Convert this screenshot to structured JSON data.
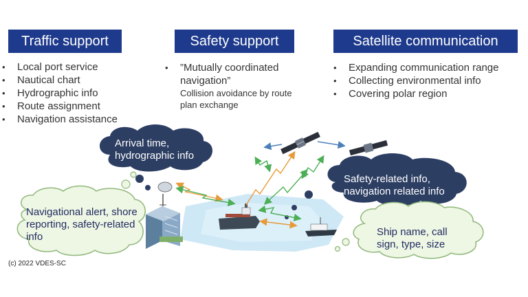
{
  "traffic": {
    "title": "Traffic support",
    "items": [
      "Local port service",
      "Nautical chart",
      "Hydrographic info",
      "Route assignment",
      "Navigation assistance"
    ]
  },
  "safety": {
    "title": "Safety support",
    "item": "”Mutually coordinated navigation”",
    "note": "Collision avoidance by route plan exchange"
  },
  "satellite": {
    "title": "Satellite communication",
    "items": [
      "Expanding communication range",
      "Collecting environmental info",
      "Covering polar region"
    ]
  },
  "clouds": {
    "arrival": "Arrival time, hydrographic info",
    "safety_related": "Safety-related info, navigation related info",
    "shore": "Navigational alert, shore reporting, safety-related info",
    "ship": "Ship name, call sign, type, size"
  },
  "copyright": "(c) 2022 VDES-SC",
  "colors": {
    "title_bg": "#1e3a8c",
    "dark_cloud": "#2d3e63",
    "light_cloud_fill": "#eef6e4",
    "light_cloud_border": "#8fb77a",
    "sea": "#cfe8f6",
    "arrow_orange": "#e69a3a",
    "arrow_green": "#4cae55",
    "arrow_blue": "#4c7fb8"
  }
}
